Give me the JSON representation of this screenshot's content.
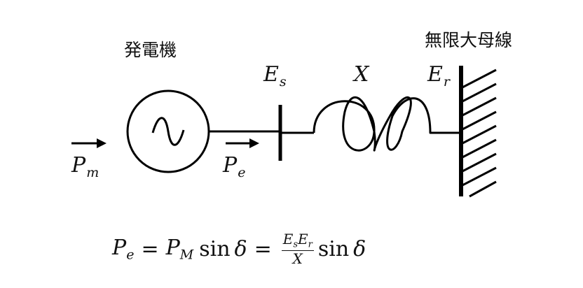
{
  "labels": {
    "generator": "発電機",
    "infinite_bus": "無限大母線"
  },
  "symbols": {
    "Pm": {
      "base": "P",
      "sub": "m"
    },
    "Pe": {
      "base": "P",
      "sub": "e"
    },
    "Es": {
      "base": "E",
      "sub": "s"
    },
    "Er": {
      "base": "E",
      "sub": "r"
    },
    "X": {
      "base": "X"
    }
  },
  "formula": {
    "lhs_base": "P",
    "lhs_sub": "e",
    "eq1": "=",
    "pm_base": "P",
    "pm_sub": "M",
    "sin1": "sin",
    "delta1": "δ",
    "eq2": "=",
    "num_e1": "E",
    "num_s": "s",
    "num_e2": "E",
    "num_r": "r",
    "den": "X",
    "sin2": "sin",
    "delta2": "δ"
  }
}
